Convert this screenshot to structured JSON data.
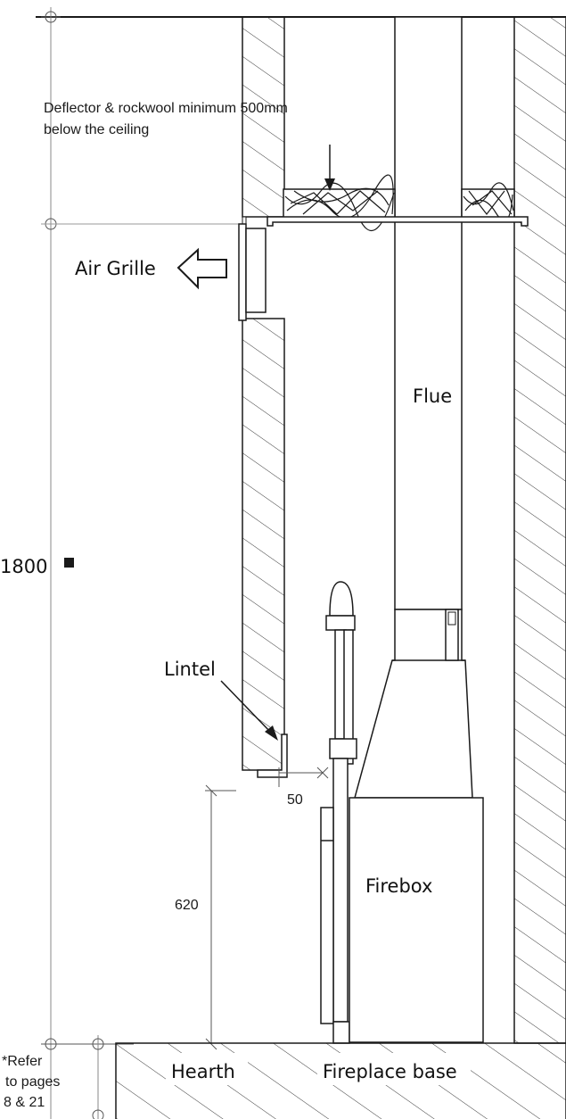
{
  "labels": {
    "deflector_line1": "Deflector & rockwool minimum 500mm",
    "deflector_line2": "below the ceiling",
    "air_grille": "Air Grille",
    "flue": "Flue",
    "dim_1800": "1800",
    "lintel": "Lintel",
    "dim_50": "50",
    "dim_620": "620",
    "firebox": "Firebox",
    "refer_line1": "*Refer",
    "refer_line2": "to pages",
    "refer_line3": "8 & 21",
    "hearth": "Hearth",
    "fireplace_base": "Fireplace base"
  },
  "colors": {
    "line": "#1a1a1a",
    "hatch": "#3a3a3a",
    "dimension": "#555555",
    "background": "#ffffff"
  }
}
